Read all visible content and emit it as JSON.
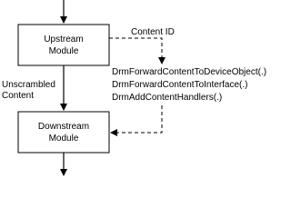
{
  "nodes": {
    "upstream": {
      "line1": "Upstream",
      "line2": "Module"
    },
    "downstream": {
      "line1": "Downstream",
      "line2": "Module"
    }
  },
  "edges": {
    "content_id": "Content ID",
    "unscrambled": {
      "line1": "Unscrambled",
      "line2": "Content"
    }
  },
  "functions": [
    "DrmForwardContentToDeviceObject(.)",
    "DrmForwardContentToInterface(.)",
    "DrmAddContentHandlers(.)"
  ]
}
